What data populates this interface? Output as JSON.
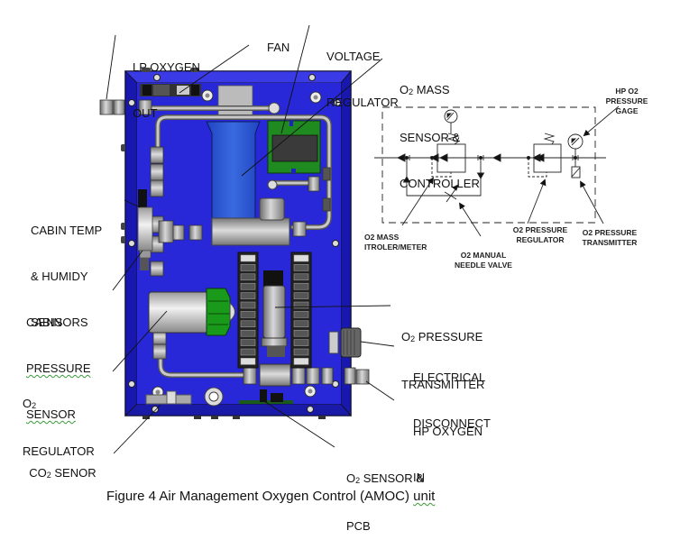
{
  "figure": {
    "caption_prefix": "Figure 4 Air Management Oxygen Control (AMOC) ",
    "caption_last_word": "unit"
  },
  "device_labels": {
    "lp_oxygen_out": [
      "LP OXYGEN",
      "OUT"
    ],
    "fan": "FAN",
    "voltage_regulator": [
      "VOLTAGE",
      "REGULATOR"
    ],
    "o2_mass_sensor": {
      "prefix": "O",
      "sub": "2",
      "rest": " MASS",
      "lines": [
        "SENSOR &",
        "CONTROLLER"
      ]
    },
    "cabin_temp": [
      "CABIN TEMP",
      "& HUMIDY",
      "SENSORS"
    ],
    "cabin_pressure": [
      "CABIN",
      "PRESSURE",
      "SENSOR"
    ],
    "o2_regulator": {
      "prefix": "O",
      "sub": "2",
      "line2": "REGULATOR"
    },
    "co2_sensor": {
      "prefix": "CO",
      "sub": "2",
      "rest": " SENOR"
    },
    "o2_pressure_transmitter": {
      "prefix": "O",
      "sub": "2",
      "rest": " PRESSURE",
      "line2": "TRANSMITTER"
    },
    "electrical_disconnect": [
      "ELECTRICAL",
      "DISCONNECT"
    ],
    "hp_oxygen_in": [
      "HP OXYGEN",
      "IN"
    ],
    "o2_sensor_pcb": {
      "prefix": "O",
      "sub": "2",
      "rest": " SENSOR &",
      "line2": "PCB"
    }
  },
  "schematic_labels": {
    "hp_o2_gage": "HP O2\nPRESSURE\nGAGE",
    "o2_mass_meter": "O2 MASS\nITROLER/METER",
    "o2_manual_valve": "O2 MANUAL\nNEEDLE VALVE",
    "o2_pressure_regulator": "O2 PRESSURE\nREGULATOR",
    "o2_pressure_transmitter": "O2 PRESSURE\nTRANSMITTER"
  },
  "colors": {
    "enclosure_blue": "#2222cc",
    "enclosure_dark": "#10108a",
    "pcb_green": "#1f8a1f",
    "regulator_cap_green": "#1a9a1a",
    "steel_gray": "#a8a8a8"
  }
}
